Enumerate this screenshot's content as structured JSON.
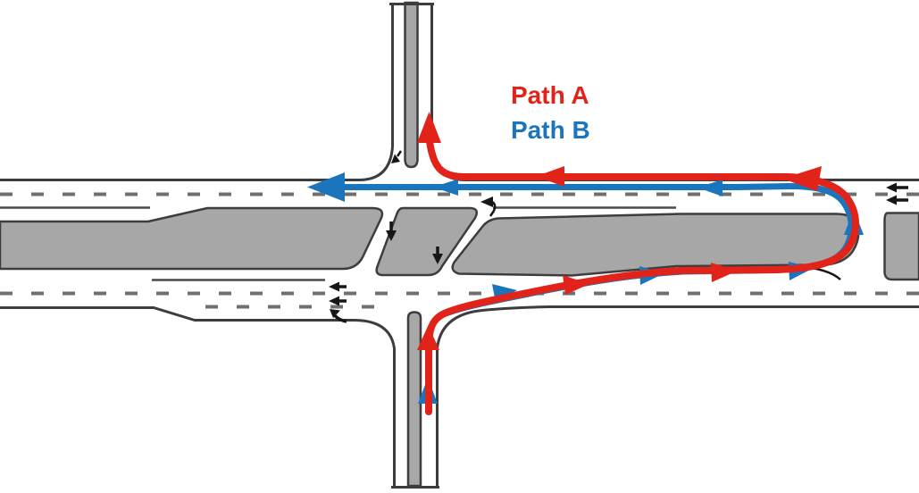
{
  "diagram": {
    "name": "median-u-turn-intersection-diagram",
    "legend": {
      "path_a": {
        "label": "Path A",
        "color": "#e2231a"
      },
      "path_b": {
        "label": "Path B",
        "color": "#1b75bc"
      }
    },
    "colors": {
      "median_fill": "#a7a7a7",
      "road_edge": "#3d3d3d",
      "lane_dash": "#6f6f6f",
      "lane_marking": "#161616",
      "background": "#ffffff"
    }
  }
}
